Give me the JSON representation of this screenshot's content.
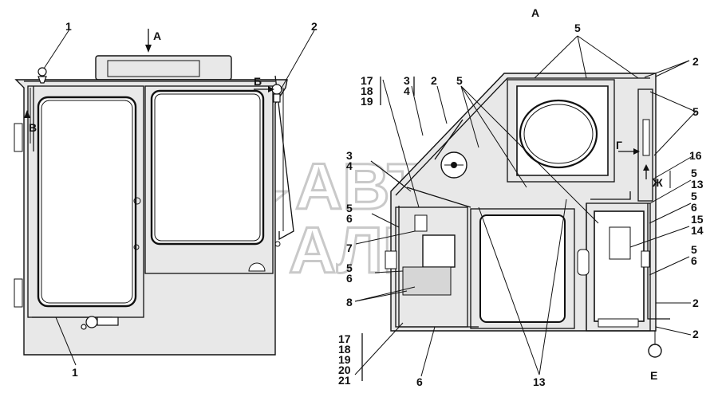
{
  "watermark": {
    "line1": "АВТО",
    "line2": "АЛЬЯНС"
  },
  "left_view": {
    "view_arrow": "А",
    "callouts": [
      {
        "id": "l1-top",
        "text": "1"
      },
      {
        "id": "l2-top",
        "text": "2"
      },
      {
        "id": "l1-bottom",
        "text": "1"
      },
      {
        "id": "lB",
        "text": "Б"
      },
      {
        "id": "lV",
        "text": "В"
      }
    ]
  },
  "right_view": {
    "view_title": "А",
    "callouts": [
      {
        "id": "r-5-top",
        "text": "5"
      },
      {
        "id": "r-2-topright",
        "text": "2"
      },
      {
        "id": "r-5-right",
        "text": "5"
      },
      {
        "id": "r-16",
        "text": "16"
      },
      {
        "id": "r-G",
        "text": "Г"
      },
      {
        "id": "r-Zh",
        "text": "Ж"
      },
      {
        "id": "r-5-13a",
        "text": "5"
      },
      {
        "id": "r-5-13b",
        "text": "13"
      },
      {
        "id": "r-5-6a",
        "text": "5"
      },
      {
        "id": "r-5-6b",
        "text": "6"
      },
      {
        "id": "r-15",
        "text": "15"
      },
      {
        "id": "r-14",
        "text": "14"
      },
      {
        "id": "r-5-6c",
        "text": "5"
      },
      {
        "id": "r-5-6d",
        "text": "6"
      },
      {
        "id": "r-2-mid",
        "text": "2"
      },
      {
        "id": "r-2-low",
        "text": "2"
      },
      {
        "id": "r-E",
        "text": "Е"
      },
      {
        "id": "r-13",
        "text": "13"
      },
      {
        "id": "r-6-bottom",
        "text": "6"
      },
      {
        "id": "r-17a",
        "text": "17"
      },
      {
        "id": "r-18a",
        "text": "18"
      },
      {
        "id": "r-19a",
        "text": "19"
      },
      {
        "id": "r-3a",
        "text": "3"
      },
      {
        "id": "r-4a",
        "text": "4"
      },
      {
        "id": "r-2-diag",
        "text": "2"
      },
      {
        "id": "r-5-diag",
        "text": "5"
      },
      {
        "id": "r-3b",
        "text": "3"
      },
      {
        "id": "r-4b",
        "text": "4"
      },
      {
        "id": "r-5-6e",
        "text": "5"
      },
      {
        "id": "r-5-6f",
        "text": "6"
      },
      {
        "id": "r-7",
        "text": "7"
      },
      {
        "id": "r-5-6g",
        "text": "5"
      },
      {
        "id": "r-5-6h",
        "text": "6"
      },
      {
        "id": "r-8",
        "text": "8"
      },
      {
        "id": "r-17b",
        "text": "17"
      },
      {
        "id": "r-18b",
        "text": "18"
      },
      {
        "id": "r-19b",
        "text": "19"
      },
      {
        "id": "r-20",
        "text": "20"
      },
      {
        "id": "r-21",
        "text": "21"
      }
    ]
  }
}
